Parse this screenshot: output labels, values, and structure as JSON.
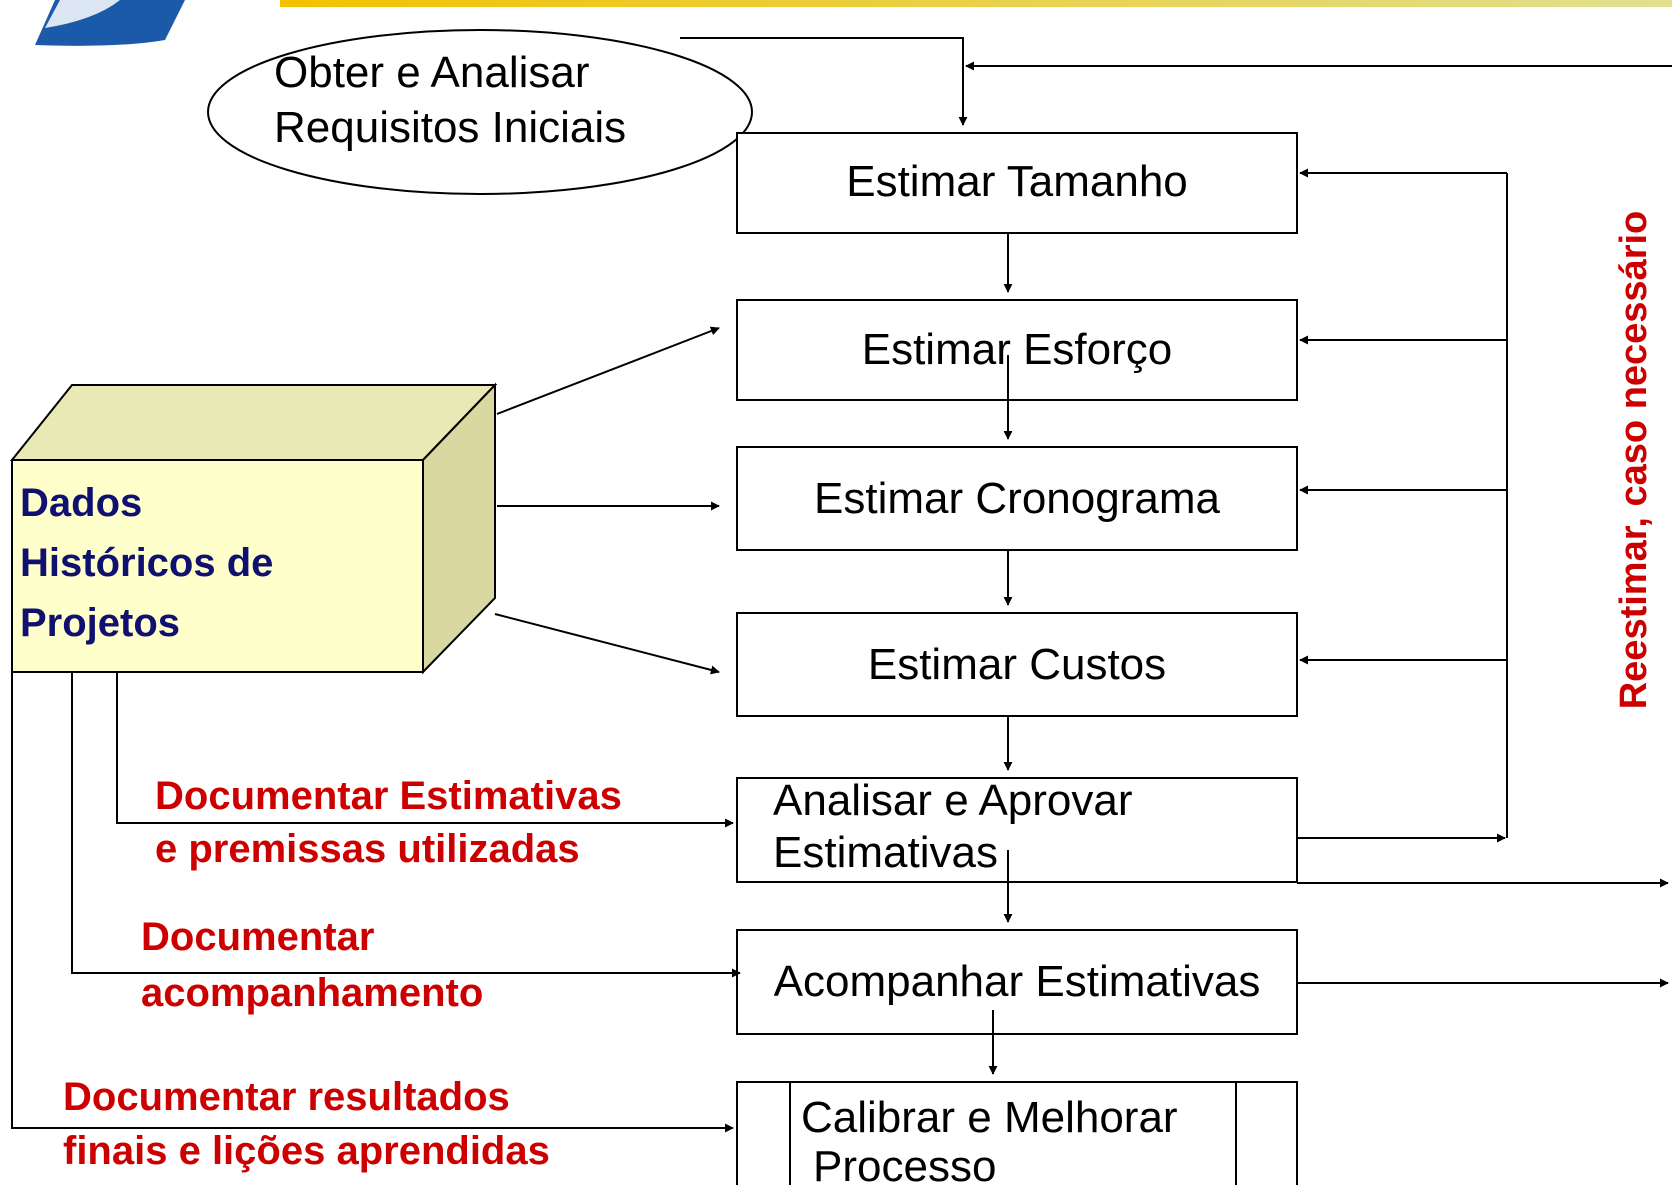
{
  "requirements_ellipse": {
    "line1": "Obter e Analisar",
    "line2": "Requisitos Iniciais"
  },
  "steps": {
    "size": "Estimar Tamanho",
    "effort": "Estimar Esforço",
    "schedule": "Estimar Cronograma",
    "costs": "Estimar Custos",
    "approve_line1": "Analisar e Aprovar",
    "approve_line2": "Estimativas",
    "track": "Acompanhar Estimativas",
    "calibrate_line1": "Calibrar e Melhorar",
    "calibrate_line2": "Processo"
  },
  "historical": {
    "line1": "Dados",
    "line2": "Históricos de",
    "line3": "Projetos"
  },
  "annotations": {
    "doc_estimates_1": "Documentar Estimativas",
    "doc_estimates_2": "e premissas utilizadas",
    "doc_tracking_1": "Documentar",
    "doc_tracking_2": "acompanhamento",
    "doc_results_1": "Documentar resultados",
    "doc_results_2": "finais  e lições aprendidas"
  },
  "side_label": "Reestimar, caso necessário",
  "colors": {
    "cube_front": "#ffffcc",
    "cube_dark": "#d8d8a0",
    "annotation_red": "#cc0000",
    "historical_text": "#101070",
    "logo_blue": "#1a5aa8",
    "header_band": "#f2c200"
  }
}
